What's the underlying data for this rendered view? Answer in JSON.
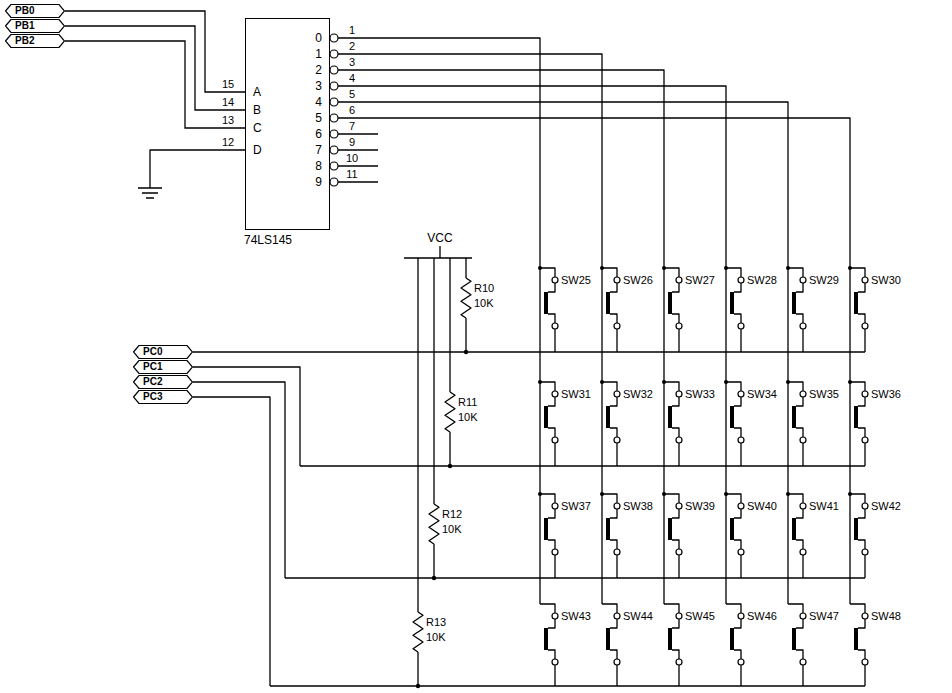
{
  "diagram": {
    "nodes": [
      {
        "text": [
          "PB0"
        ]
      },
      {
        "text": [
          "PB1"
        ]
      },
      {
        "text": [
          "PB2"
        ]
      },
      {
        "text": [
          "74LS145"
        ]
      },
      {
        "text": [
          "PC0"
        ]
      },
      {
        "text": [
          "PC1"
        ]
      },
      {
        "text": [
          "PC2"
        ]
      },
      {
        "text": [
          "PC3"
        ]
      }
    ],
    "edges": [
      {
        "from": 0,
        "to": 3,
        "arrow": "none"
      },
      {
        "from": 1,
        "to": 3,
        "arrow": "none"
      },
      {
        "from": 2,
        "to": 3,
        "arrow": "none"
      }
    ],
    "labels": [
      "15",
      "14",
      "13",
      "12",
      "A",
      "B",
      "C",
      "D",
      "0",
      "1",
      "2",
      "3",
      "4",
      "5",
      "6",
      "7",
      "8",
      "9",
      "1",
      "2",
      "3",
      "4",
      "5",
      "6",
      "7",
      "9",
      "10",
      "11",
      "VCC",
      "R10",
      "10K",
      "R11",
      "10K",
      "R12",
      "10K",
      "R13",
      "10K",
      "SW25",
      "SW26",
      "SW27",
      "SW28",
      "SW29",
      "SW30",
      "SW31",
      "SW32",
      "SW33",
      "SW34",
      "SW35",
      "SW36",
      "SW37",
      "SW38",
      "SW39",
      "SW40",
      "SW41",
      "SW42",
      "SW43",
      "SW44",
      "SW45",
      "SW46",
      "SW47",
      "SW48"
    ]
  }
}
